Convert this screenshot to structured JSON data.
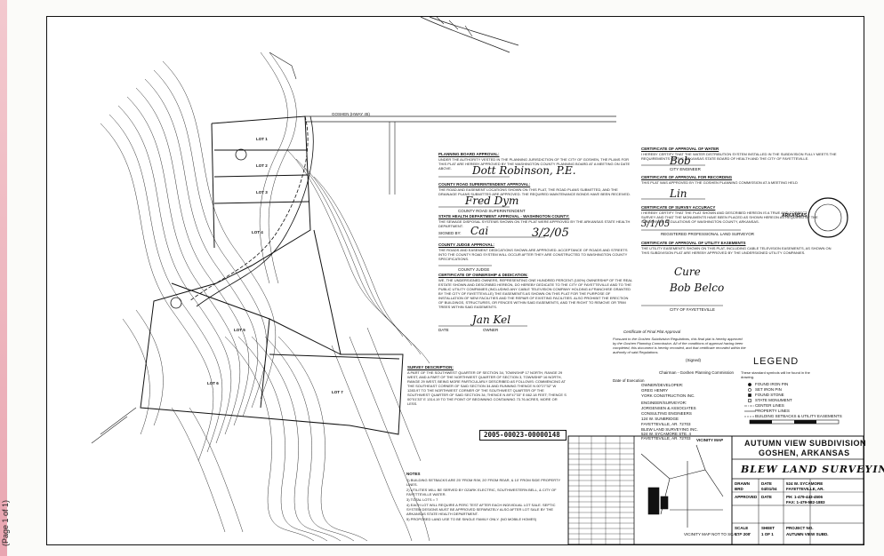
{
  "page_label": "(Page 1 of 1)",
  "cert_blocks": [
    {
      "title": "PLANNING BOARD APPROVAL:",
      "text": "UNDER THE AUTHORITY VESTED IN THE PLANNING JURISDICTION OF THE CITY OF GOSHEN, THE PLANS FOR THIS PLAT ARE HEREBY APPROVED BY THE WASHINGTON COUNTY PLANNING BOARD AT A MEETING ON DATE ABOVE."
    },
    {
      "title": "COUNTY ROAD SUPERINTENDENT APPROVAL:",
      "text": "THE ROAD AND EASEMENT LOCATIONS SHOWN ON THIS PLAT, THE ROAD PLANS SUBMITTED, AND THE DRAINAGE PLANS SUBMITTED ARE APPROVED. THE REQUIRED MAINTENANCE BONDS HAVE BEEN RECEIVED."
    },
    {
      "title": "STATE HEALTH DEPARTMENT APPROVAL - WASHINGTON COUNTY:",
      "text": "THE SEWAGE DISPOSAL SYSTEMS SHOWN ON THE PLAT WERE APPROVED BY THE ARKANSAS STATE HEALTH DEPARTMENT."
    },
    {
      "title": "COUNTY JUDGE APPROVAL:",
      "text": "THE ROADS AND EASEMENT DEDICATIONS SHOWN ARE APPROVED. ACCEPTANCE OF ROADS AND STREETS INTO THE COUNTY ROAD SYSTEM WILL OCCUR AFTER THEY ARE CONSTRUCTED TO WASHINGTON COUNTY SPECIFICATIONS."
    },
    {
      "title": "CERTIFICATE OF OWNERSHIP & DEDICATION:",
      "text": "WE, THE UNDERSIGNED OWNERS, REPRESENTING ONE HUNDRED PERCENT (100%) OWNERSHIP OF THE REAL ESTATE SHOWN AND DESCRIBED HEREON, DO HEREBY DEDICATE TO THE CITY OF FAYETTEVILLE AND TO THE PUBLIC UTILITY COMPANIES (INCLUDING ANY CABLE TELEVISION COMPANY HOLDING A FRANCHISE GRANTED BY THE CITY OF FAYETTEVILLE) THE EASEMENTS AS SHOWN ON THIS PLAT FOR THE PURPOSE OF INSTALLATION OF NEW FACILITIES AND THE REPAIR OF EXISTING FACILITIES. ALSO PROHIBIT THE ERECTION OF BUILDINGS, STRUCTURES, OR FENCES WITHIN SAID EASEMENTS, AND THE RIGHT TO REMOVE OR TRIM TREES WITHIN SAID EASEMENTS."
    }
  ],
  "right_blocks": [
    {
      "title": "CERTIFICATE OF APPROVAL OF WATER",
      "text": "I HEREBY CERTIFY THAT THE WATER DISTRIBUTION SYSTEM INSTALLED IN THE SUBDIVISION FULLY MEETS THE REQUIREMENTS OF THE ARKANSAS STATE BOARD OF HEALTH AND THE CITY OF FAYETTEVILLE."
    },
    {
      "title": "CERTIFICATE OF APPROVAL FOR RECORDING",
      "text": "THIS PLAT WAS APPROVED BY THE GOSHEN PLANNING COMMISSION AT A MEETING HELD"
    },
    {
      "title": "CERTIFICATE OF SURVEY ACCURACY",
      "text": "I HEREBY CERTIFY THAT THE PLAT SHOWN AND DESCRIBED HEREON IS A TRUE AND CORRECT SURVEY AND THAT THE MONUMENTS HAVE BEEN PLACED AS SHOWN HEREON AS REQUIRED BY THE SUBDIVISION REGULATIONS OF WASHINGTON COUNTY, ARKANSAS."
    },
    {
      "title": "CERTIFICATE OF APPROVAL OF UTILITY EASEMENTS",
      "text": "THE UTILITY EASEMENTS SHOWN ON THIS PLAT, INCLUDING CABLE TELEVISION EASEMENTS, AS SHOWN ON THIS SUBDIVISION PLAT ARE HEREBY APPROVED BY THE UNDERSIGNED UTILITY COMPANIES."
    }
  ],
  "labels": {
    "county_road_supt": "COUNTY ROAD SUPERINTENDENT",
    "signed_by": "SIGNED BY:",
    "date": "DATE",
    "owner": "OWNER",
    "county_judge": "COUNTY JUDGE",
    "city_engineer": "CITY ENGINEER",
    "registered_surveyor": "REGISTERED PROFESSIONAL LAND SURVEYOR",
    "city_of_fayetteville": "CITY OF FAYETTEVILLE",
    "street_name": "GOSHEN (HWAY 45)"
  },
  "signatures": {
    "s1": "Dott Robinson, P.E.",
    "s2": "Fred Dym",
    "s3": "Cai",
    "s4": "3/2/05",
    "s5": "Jan Kel",
    "s6": "Bob",
    "s7": "Lin",
    "s8": "3/1/05",
    "s9": "Cure",
    "s10": "Bob Belco"
  },
  "survey": {
    "title": "SURVEY DESCRIPTION:",
    "text": "A PART OF THE SOUTHWEST QUARTER OF SECTION 34, TOWNSHIP 17 NORTH, RANGE 29 WEST, AND A PART OF THE NORTHWEST QUARTER OF SECTION 3, TOWNSHIP 16 NORTH, RANGE 29 WEST, BEING MORE PARTICULARLY DESCRIBED AS FOLLOWS: COMMENCING AT THE SOUTHEAST CORNER OF SAID SECTION 34 AND RUNNING THENCE N 00°27'32\" W 1283.97 TO THE NORTHWEST CORNER OF THE SOUTHWEST QUARTER OF THE SOUTHWEST QUARTER OF SAID SECTION 34; THENCE N 89°47'33\" E 662.18 FEET; THENCE S 00°01'33\" E 1314.19 TO THE POINT OF BEGINNING CONTAINING 73.76 ACRES, MORE OR LESS."
  },
  "recording_doc": "2005-00023-00000148",
  "certificate_box": {
    "title": "Certificate of Final Plat Approval",
    "text": "Pursuant to the Goshen Subdivision Regulations, this final plat is hereby approved by the Goshen Planning Commission. All of the conditions of approval having been completed, this document is hereby recorded, and that certificate recorded within the authority of said Regulations.",
    "date_label": "Date of Execution",
    "signed_label": "(Signed)",
    "role": "Chairman - Goshen Planning Commission"
  },
  "credits": [
    "OWNER/DEVELOPER:",
    "GREG HENRY",
    "YORK CONSTRUCTION INC.",
    "ENGINEER/SURVEYOR:",
    "JORGENSEN & ASSOCIATES",
    "CONSULTING ENGINEERS",
    "124 W. SUNBRIDGE",
    "FAYETTEVILLE, AR. 72703"
  ],
  "surveyor_addr": [
    "BLEW LAND SURVEYING INC.",
    "524 W. SYCAMORE STE. 4",
    "FAYETTEVILLE, AR. 72703"
  ],
  "legend": {
    "title": "LEGEND",
    "intro": "These standard symbols will be found in the drawing.",
    "items": [
      "FOUND IRON PIN",
      "SET IRON PIN",
      "FOUND STONE",
      "STATE MONUMENT",
      "CENTER LINES",
      "PROPERTY LINES",
      "BUILDING SETBACKS & UTILITY EASEMENTS"
    ]
  },
  "notes": {
    "title": "NOTES",
    "items": [
      "1) BUILDING SETBACKS ARE 25' FROM R/W, 20' FROM REAR, & 10' FROM SIDE PROPERTY LINES.",
      "2) UTILITIES WILL BE SERVED BY OZARK ELECTRIC, SOUTHWESTERN BELL, & CITY OF FAYETTEVILLE WATER.",
      "3) TOTAL LOTS = 7",
      "4) EACH LOT WILL REQUIRE A PERC TEST AFTER EACH INDIVIDUAL LOT SALE. SEPTIC SYSTEM DESIGNS MUST BE APPROVED SEPARATELY ALSO AFTER LOT SALE BY THE ARKANSAS STATE HEALTH DEPARTMENT.",
      "5) PROPOSED LAND USE TO BE SINGLE FAMILY ONLY. (NO MOBILE HOMES)"
    ]
  },
  "vicinity": {
    "title": "VICINITY MAP",
    "note": "VICINITY MAP NOT TO SCALE"
  },
  "title_block": {
    "project": "AUTUMN VIEW SUBDIVISION",
    "location": "GOSHEN, ARKANSAS",
    "company": "BLEW LAND SURVEYING",
    "drawn_label": "DRAWN",
    "drawn": "BRD",
    "date_label": "DATE",
    "date": "04/01/04",
    "approved_label": "APPROVED",
    "scale_label": "SCALE",
    "scale": "1\" = 200'",
    "sheet_label": "SHEET",
    "sheet": "1 OF 1",
    "project_label": "PROJECT NO.",
    "project_no": "AUTUMN VIEW SUBD.",
    "address": "524 W. SYCAMORE",
    "city": "FAYETTEVILLE, AR.",
    "phone": "PH: 1-479-443-4506",
    "fax": "FAX: 1-479-582-1883"
  },
  "seal_text": "ARKANSAS",
  "lot_labels": [
    "LOT 1",
    "LOT 2",
    "LOT 3",
    "LOT 4",
    "LOT 5",
    "LOT 6",
    "LOT 7"
  ]
}
